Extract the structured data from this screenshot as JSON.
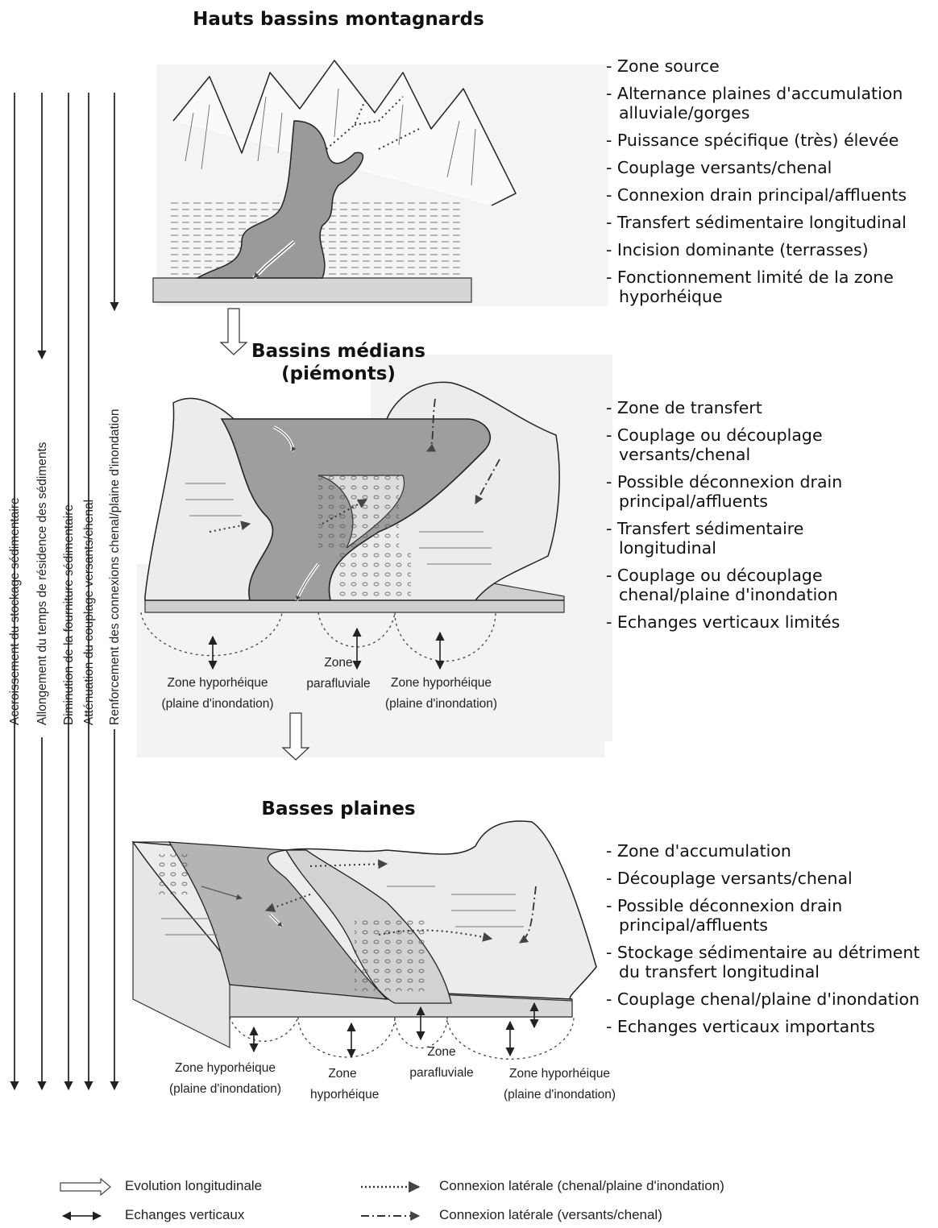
{
  "sections": [
    {
      "title": "Hauts bassins montagnards",
      "properties": [
        "Zone source",
        "Alternance plaines d'accumulation alluviale/gorges",
        "Puissance spécifique (très) élevée",
        "Couplage versants/chenal",
        "Connexion drain principal/affluents",
        "Transfert sédimentaire longitudinal",
        "Incision dominante (terrasses)",
        "Fonctionnement limité de la zone hyporhéique"
      ]
    },
    {
      "title": "Bassins médians",
      "subtitle": "(piémonts)",
      "properties": [
        "Zone de transfert",
        "Couplage ou découplage versants/chenal",
        "Possible déconnexion drain principal/affluents",
        "Transfert sédimentaire longitudinal",
        "Couplage ou découplage chenal/plaine d'inondation",
        "Echanges verticaux limités"
      ],
      "zones": [
        "Zone hyporhéique (plaine d'inondation)",
        "Zone parafluviale",
        "Zone hyporhéique (plaine d'inondation)"
      ]
    },
    {
      "title": "Basses plaines",
      "properties": [
        "Zone d'accumulation",
        "Découplage versants/chenal",
        "Possible déconnexion drain principal/affluents",
        "Stockage sédimentaire au détriment du transfert longitudinal",
        "Couplage chenal/plaine d'inondation",
        "Echanges verticaux importants"
      ],
      "zones": [
        "Zone hyporhéique (plaine d'inondation)",
        "Zone hyporhéique",
        "Zone parafluviale",
        "Zone hyporhéique (plaine d'inondation)"
      ]
    }
  ],
  "trend_arrows": [
    "Accroissement du stockage sédimentaire",
    "Allongement du temps de résidence des sédiments",
    "Diminution de la fourniture sédimentaire",
    "Atténuation du couplage versants/chenal",
    "Renforcement des connexions chenal/plaine d'inondation"
  ],
  "legend": {
    "longitudinal": "Evolution longitudinale",
    "vertical": "Echanges verticaux",
    "lateral_floodplain": "Connexion latérale (chenal/plaine d'inondation)",
    "lateral_slopes": "Connexion latérale (versants/chenal)"
  }
}
